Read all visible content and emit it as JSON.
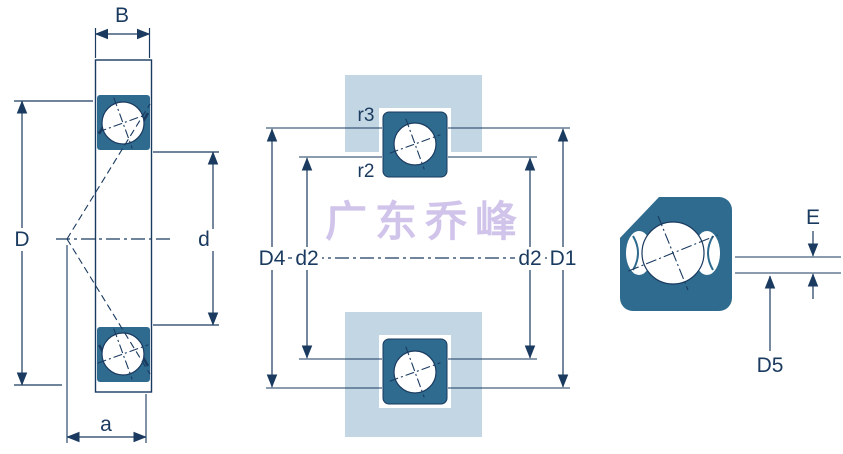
{
  "watermark": {
    "text": "广东乔峰",
    "color": "#C9BAE8"
  },
  "colors": {
    "line": "#1A3A5F",
    "ring_fill": "#2F6B8F",
    "housing_fill": "#C3D6E3",
    "background": "#FFFFFF"
  },
  "left_view": {
    "dim_width": "B",
    "dim_outer_diameter": "D",
    "dim_bore": "d",
    "dim_a": "a"
  },
  "middle_view": {
    "dim_r3": "r3",
    "dim_r2": "r2",
    "dim_d4": "D4",
    "dim_d2_left": "d2",
    "dim_d2_right": "d2",
    "dim_d1": "D1"
  },
  "right_view": {
    "dim_e": "E",
    "dim_d5": "D5"
  }
}
